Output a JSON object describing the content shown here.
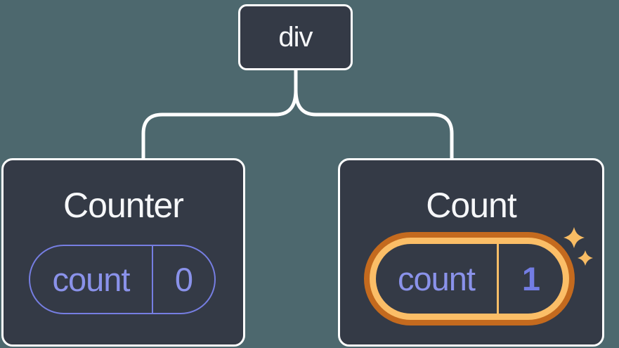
{
  "colors": {
    "background": "#4D686E",
    "node_fill": "#343A46",
    "node_border": "#FFFFFF",
    "connector": "#FFFFFF",
    "purple": "#767EE2",
    "purple_text": "#8A92EA",
    "value_text": "#737DE4",
    "orange_outer": "#C46A1E",
    "orange_inner": "#FBBE67",
    "sparkle": "#F8BC64",
    "title_text": "#F6F7F9"
  },
  "root_node": {
    "label": "div"
  },
  "cards": [
    {
      "title": "Counter",
      "state_key": "count",
      "state_value": "0",
      "highlighted": false
    },
    {
      "title": "Count",
      "state_key": "count",
      "state_value": "1",
      "highlighted": true
    }
  ]
}
